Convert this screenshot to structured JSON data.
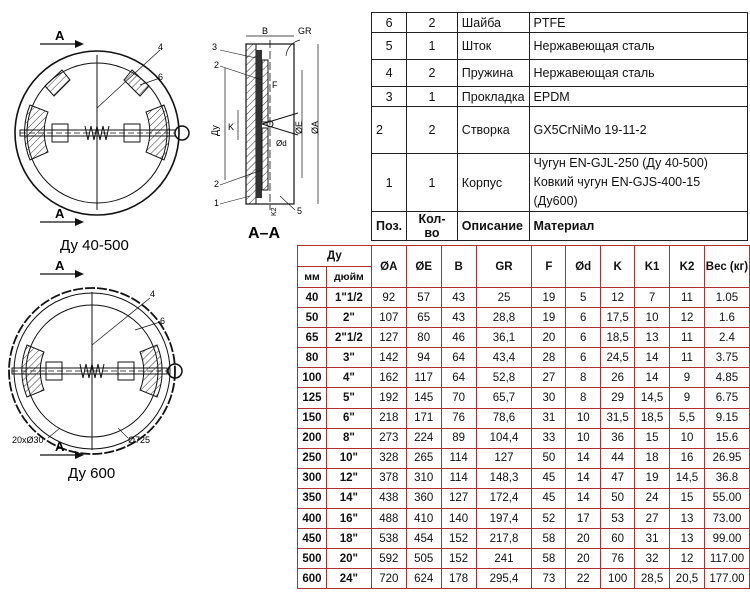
{
  "drawing": {
    "section_label_a": "A",
    "section_title": "A–A",
    "caption_top": "Ду 40-500",
    "caption_bottom": "Ду 600",
    "callouts_top": [
      "4",
      "6"
    ],
    "callouts_bottom": [
      "4",
      "6"
    ],
    "section_callouts": [
      "3",
      "2",
      "F",
      "2",
      "1",
      "5"
    ],
    "section_dims": [
      "B",
      "GR",
      "Ду",
      "K",
      "ØE",
      "ØA",
      "Ød",
      "K2",
      "K1"
    ],
    "holes_left": "20xØ30",
    "holes_right": "Ø725"
  },
  "parts": {
    "rows": [
      {
        "pos": "6",
        "qty": "2",
        "desc": "Шайба",
        "mat": "PTFE"
      },
      {
        "pos": "5",
        "qty": "1",
        "desc": "Шток",
        "mat": "Нержавеющая сталь"
      },
      {
        "pos": "4",
        "qty": "2",
        "desc": "Пружина",
        "mat": "Нержавеющая сталь"
      },
      {
        "pos": "3",
        "qty": "1",
        "desc": "Прокладка",
        "mat": "EPDM"
      },
      {
        "pos": "2",
        "qty": "2",
        "desc": "Створка",
        "mat": "GX5CrNiMo 19-11-2"
      },
      {
        "pos": "1",
        "qty": "1",
        "desc": "Корпус",
        "mat1": "Чугун EN-GJL-250 (Ду 40-500)",
        "mat2": "Ковкий чугун EN-GJS-400-15 (Ду600)"
      }
    ],
    "header": {
      "pos": "Поз.",
      "qty": "Кол-во",
      "desc": "Описание",
      "mat": "Материал"
    }
  },
  "dims": {
    "header": {
      "du": "Ду",
      "mm": "мм",
      "inch": "дюйм",
      "cols": [
        "ØA",
        "ØE",
        "B",
        "GR",
        "F",
        "Ød",
        "K",
        "K1",
        "K2",
        "Вес (кг)"
      ]
    },
    "rows": [
      [
        "40",
        "1\"1/2",
        "92",
        "57",
        "43",
        "25",
        "19",
        "5",
        "12",
        "7",
        "11",
        "1.05"
      ],
      [
        "50",
        "2\"",
        "107",
        "65",
        "43",
        "28,8",
        "19",
        "6",
        "17,5",
        "10",
        "12",
        "1.6"
      ],
      [
        "65",
        "2\"1/2",
        "127",
        "80",
        "46",
        "36,1",
        "20",
        "6",
        "18,5",
        "13",
        "11",
        "2.4"
      ],
      [
        "80",
        "3\"",
        "142",
        "94",
        "64",
        "43,4",
        "28",
        "6",
        "24,5",
        "14",
        "11",
        "3.75"
      ],
      [
        "100",
        "4\"",
        "162",
        "117",
        "64",
        "52,8",
        "27",
        "8",
        "26",
        "14",
        "9",
        "4.85"
      ],
      [
        "125",
        "5\"",
        "192",
        "145",
        "70",
        "65,7",
        "30",
        "8",
        "29",
        "14,5",
        "9",
        "6.75"
      ],
      [
        "150",
        "6\"",
        "218",
        "171",
        "76",
        "78,6",
        "31",
        "10",
        "31,5",
        "18,5",
        "5,5",
        "9.15"
      ],
      [
        "200",
        "8\"",
        "273",
        "224",
        "89",
        "104,4",
        "33",
        "10",
        "36",
        "15",
        "10",
        "15.6"
      ],
      [
        "250",
        "10\"",
        "328",
        "265",
        "114",
        "127",
        "50",
        "14",
        "44",
        "18",
        "16",
        "26.95"
      ],
      [
        "300",
        "12\"",
        "378",
        "310",
        "114",
        "148,3",
        "45",
        "14",
        "47",
        "19",
        "14,5",
        "36.8"
      ],
      [
        "350",
        "14\"",
        "438",
        "360",
        "127",
        "172,4",
        "45",
        "14",
        "50",
        "24",
        "15",
        "55.00"
      ],
      [
        "400",
        "16\"",
        "488",
        "410",
        "140",
        "197,4",
        "52",
        "17",
        "53",
        "27",
        "13",
        "73.00"
      ],
      [
        "450",
        "18\"",
        "538",
        "454",
        "152",
        "217,8",
        "58",
        "20",
        "60",
        "31",
        "13",
        "99.00"
      ],
      [
        "500",
        "20\"",
        "592",
        "505",
        "152",
        "241",
        "58",
        "20",
        "76",
        "32",
        "12",
        "117.00"
      ],
      [
        "600",
        "24\"",
        "720",
        "624",
        "178",
        "295,4",
        "73",
        "22",
        "100",
        "28,5",
        "20,5",
        "177.00"
      ]
    ]
  }
}
